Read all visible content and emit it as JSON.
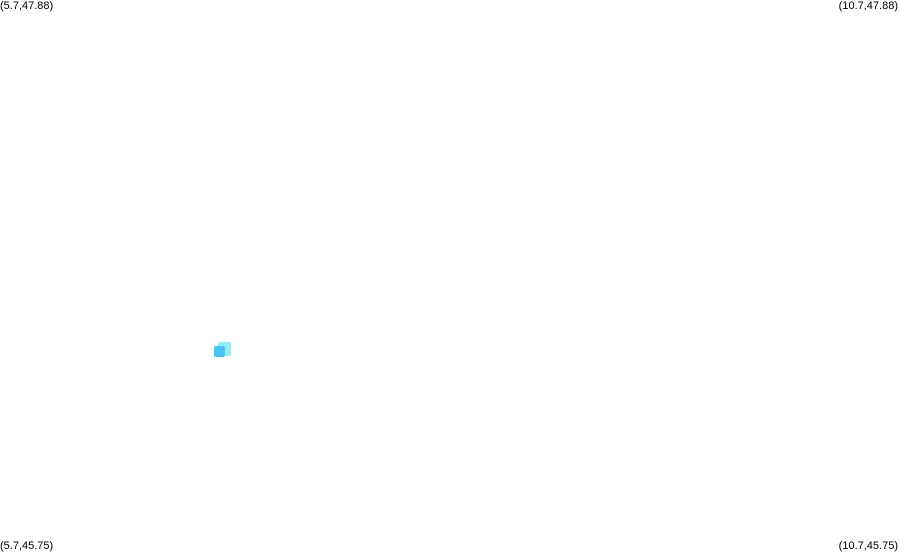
{
  "corners": {
    "top_left": "(5.7,47.88)",
    "top_right": "(10.7,47.88)",
    "bottom_left": "(5.7,45.75)",
    "bottom_right": "(10.7,45.75)"
  },
  "colors": {
    "background": "#ffffff",
    "marker_primary": "#4cc3f0",
    "marker_secondary": "#8ff0f3"
  }
}
